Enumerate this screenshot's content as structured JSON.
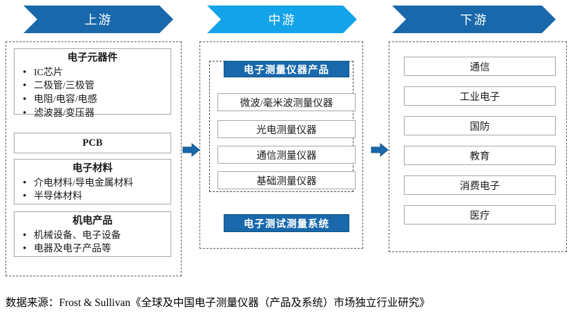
{
  "banners": [
    {
      "id": "upstream",
      "label": "上游",
      "color": "#1868ab"
    },
    {
      "id": "midstream",
      "label": "中游",
      "color": "#13a3e8"
    },
    {
      "id": "downstream",
      "label": "下游",
      "color": "#1868ab"
    }
  ],
  "upstream": {
    "cards": [
      {
        "title": "电子元器件",
        "items": [
          "IC芯片",
          "二极管/三极管",
          "电阻/电容/电感",
          "滤波器/变压器"
        ]
      },
      {
        "title": "PCB",
        "items": []
      },
      {
        "title": "电子材料",
        "items": [
          "介电材料/导电金属材料",
          "半导体材料"
        ]
      },
      {
        "title": "机电产品",
        "items": [
          "机械设备、电子设备",
          "电器及电子产品等"
        ]
      }
    ]
  },
  "midstream": {
    "header": "电子测量仪器产品",
    "products": [
      "微波/毫米波测量仪器",
      "光电测量仪器",
      "通信测量仪器",
      "基础测量仪器"
    ],
    "system": "电子测试测量系统"
  },
  "downstream": {
    "items": [
      "通信",
      "工业电子",
      "国防",
      "教育",
      "消费电子",
      "医疗"
    ]
  },
  "arrows": {
    "icon": "right-arrow-icon",
    "color": "#1868ab"
  },
  "footer": {
    "source": "数据来源：Frost & Sullivan《全球及中国电子测量仪器（产品及系统）市场独立行业研究》"
  }
}
